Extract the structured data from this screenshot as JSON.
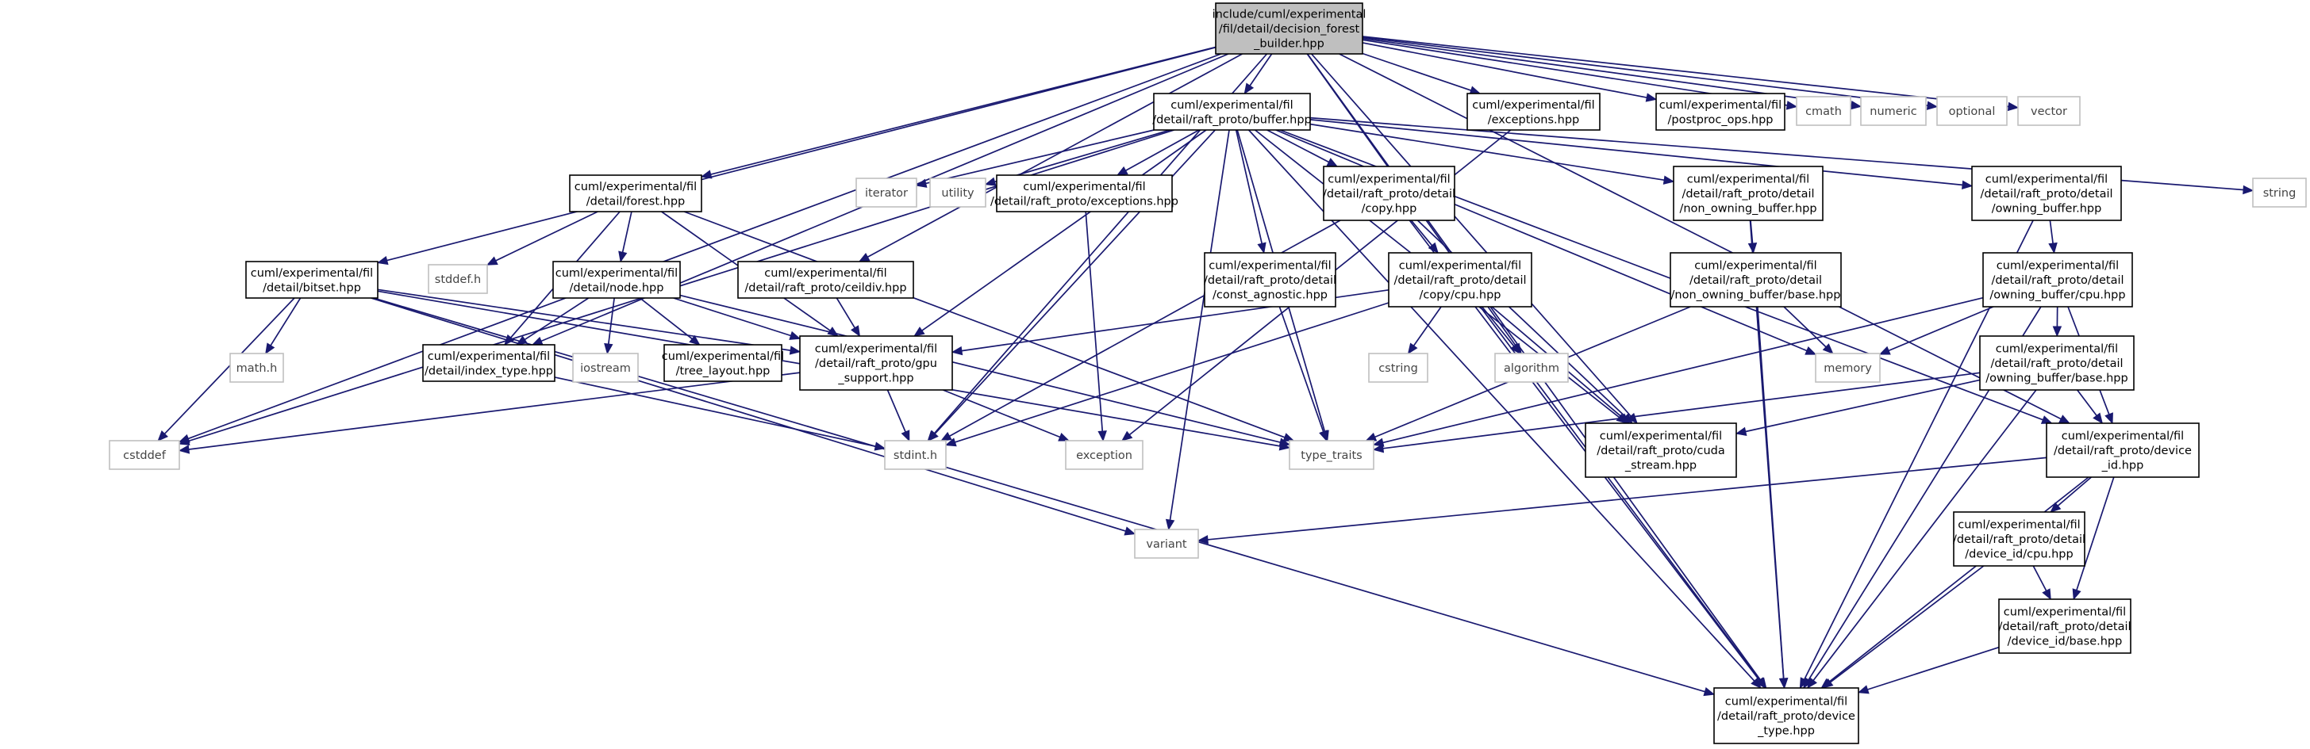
{
  "graph": {
    "nodes": [
      {
        "id": "root",
        "kind": "root",
        "lines": [
          "include/cuml/experimental",
          "/fil/detail/decision_forest",
          "_builder.hpp"
        ]
      },
      {
        "id": "buffer",
        "kind": "file",
        "lines": [
          "cuml/experimental/fil",
          "/detail/raft_proto/buffer.hpp"
        ]
      },
      {
        "id": "exceptions_fil",
        "kind": "file",
        "lines": [
          "cuml/experimental/fil",
          "/exceptions.hpp"
        ]
      },
      {
        "id": "postproc",
        "kind": "file",
        "lines": [
          "cuml/experimental/fil",
          "/postproc_ops.hpp"
        ]
      },
      {
        "id": "cmath",
        "kind": "ext",
        "lines": [
          "cmath"
        ]
      },
      {
        "id": "numeric",
        "kind": "ext",
        "lines": [
          "numeric"
        ]
      },
      {
        "id": "optional",
        "kind": "ext",
        "lines": [
          "optional"
        ]
      },
      {
        "id": "vector",
        "kind": "ext",
        "lines": [
          "vector"
        ]
      },
      {
        "id": "forest",
        "kind": "file",
        "lines": [
          "cuml/experimental/fil",
          "/detail/forest.hpp"
        ]
      },
      {
        "id": "iterator",
        "kind": "ext",
        "lines": [
          "iterator"
        ]
      },
      {
        "id": "utility",
        "kind": "ext",
        "lines": [
          "utility"
        ]
      },
      {
        "id": "rp_exceptions",
        "kind": "file",
        "lines": [
          "cuml/experimental/fil",
          "/detail/raft_proto/exceptions.hpp"
        ]
      },
      {
        "id": "copy",
        "kind": "file",
        "lines": [
          "cuml/experimental/fil",
          "/detail/raft_proto/detail",
          "/copy.hpp"
        ]
      },
      {
        "id": "non_owning",
        "kind": "file",
        "lines": [
          "cuml/experimental/fil",
          "/detail/raft_proto/detail",
          "/non_owning_buffer.hpp"
        ]
      },
      {
        "id": "owning",
        "kind": "file",
        "lines": [
          "cuml/experimental/fil",
          "/detail/raft_proto/detail",
          "/owning_buffer.hpp"
        ]
      },
      {
        "id": "string",
        "kind": "ext",
        "lines": [
          "string"
        ]
      },
      {
        "id": "bitset",
        "kind": "file",
        "lines": [
          "cuml/experimental/fil",
          "/detail/bitset.hpp"
        ]
      },
      {
        "id": "stddef_h",
        "kind": "ext",
        "lines": [
          "stddef.h"
        ]
      },
      {
        "id": "node",
        "kind": "file",
        "lines": [
          "cuml/experimental/fil",
          "/detail/node.hpp"
        ]
      },
      {
        "id": "ceildiv",
        "kind": "file",
        "lines": [
          "cuml/experimental/fil",
          "/detail/raft_proto/ceildiv.hpp"
        ]
      },
      {
        "id": "const_agnostic",
        "kind": "file",
        "lines": [
          "cuml/experimental/fil",
          "/detail/raft_proto/detail",
          "/const_agnostic.hpp"
        ]
      },
      {
        "id": "copy_cpu",
        "kind": "file",
        "lines": [
          "cuml/experimental/fil",
          "/detail/raft_proto/detail",
          "/copy/cpu.hpp"
        ]
      },
      {
        "id": "non_owning_base",
        "kind": "file",
        "lines": [
          "cuml/experimental/fil",
          "/detail/raft_proto/detail",
          "/non_owning_buffer/base.hpp"
        ]
      },
      {
        "id": "owning_cpu",
        "kind": "file",
        "lines": [
          "cuml/experimental/fil",
          "/detail/raft_proto/detail",
          "/owning_buffer/cpu.hpp"
        ]
      },
      {
        "id": "math_h",
        "kind": "ext",
        "lines": [
          "math.h"
        ]
      },
      {
        "id": "index_type",
        "kind": "file",
        "lines": [
          "cuml/experimental/fil",
          "/detail/index_type.hpp"
        ]
      },
      {
        "id": "iostream",
        "kind": "ext",
        "lines": [
          "iostream"
        ]
      },
      {
        "id": "tree_layout",
        "kind": "file",
        "lines": [
          "cuml/experimental/fil",
          "/tree_layout.hpp"
        ]
      },
      {
        "id": "gpu_support",
        "kind": "file",
        "lines": [
          "cuml/experimental/fil",
          "/detail/raft_proto/gpu",
          "_support.hpp"
        ]
      },
      {
        "id": "cstring",
        "kind": "ext",
        "lines": [
          "cstring"
        ]
      },
      {
        "id": "algorithm",
        "kind": "ext",
        "lines": [
          "algorithm"
        ]
      },
      {
        "id": "memory",
        "kind": "ext",
        "lines": [
          "memory"
        ]
      },
      {
        "id": "owning_base",
        "kind": "file",
        "lines": [
          "cuml/experimental/fil",
          "/detail/raft_proto/detail",
          "/owning_buffer/base.hpp"
        ]
      },
      {
        "id": "cstddef",
        "kind": "ext",
        "lines": [
          "cstddef"
        ]
      },
      {
        "id": "stdint_h",
        "kind": "ext",
        "lines": [
          "stdint.h"
        ]
      },
      {
        "id": "exception",
        "kind": "ext",
        "lines": [
          "exception"
        ]
      },
      {
        "id": "type_traits",
        "kind": "ext",
        "lines": [
          "type_traits"
        ]
      },
      {
        "id": "cuda_stream",
        "kind": "file",
        "lines": [
          "cuml/experimental/fil",
          "/detail/raft_proto/cuda",
          "_stream.hpp"
        ]
      },
      {
        "id": "device_id",
        "kind": "file",
        "lines": [
          "cuml/experimental/fil",
          "/detail/raft_proto/device",
          "_id.hpp"
        ]
      },
      {
        "id": "variant",
        "kind": "ext",
        "lines": [
          "variant"
        ]
      },
      {
        "id": "device_id_cpu",
        "kind": "file",
        "lines": [
          "cuml/experimental/fil",
          "/detail/raft_proto/detail",
          "/device_id/cpu.hpp"
        ]
      },
      {
        "id": "device_id_base",
        "kind": "file",
        "lines": [
          "cuml/experimental/fil",
          "/detail/raft_proto/detail",
          "/device_id/base.hpp"
        ]
      },
      {
        "id": "device_type",
        "kind": "file",
        "lines": [
          "cuml/experimental/fil",
          "/detail/raft_proto/device",
          "_type.hpp"
        ]
      }
    ],
    "edges": [
      [
        "root",
        "buffer"
      ],
      [
        "root",
        "exceptions_fil"
      ],
      [
        "root",
        "postproc"
      ],
      [
        "root",
        "cmath"
      ],
      [
        "root",
        "numeric"
      ],
      [
        "root",
        "optional"
      ],
      [
        "root",
        "vector"
      ],
      [
        "root",
        "forest"
      ],
      [
        "root",
        "bitset"
      ],
      [
        "root",
        "ceildiv"
      ],
      [
        "root",
        "index_type"
      ],
      [
        "root",
        "algorithm"
      ],
      [
        "root",
        "cstddef"
      ],
      [
        "root",
        "stdint_h"
      ],
      [
        "root",
        "cuda_stream"
      ],
      [
        "root",
        "device_id"
      ],
      [
        "root",
        "device_type"
      ],
      [
        "buffer",
        "iterator"
      ],
      [
        "buffer",
        "utility"
      ],
      [
        "buffer",
        "rp_exceptions"
      ],
      [
        "buffer",
        "copy"
      ],
      [
        "buffer",
        "non_owning"
      ],
      [
        "buffer",
        "owning"
      ],
      [
        "buffer",
        "string"
      ],
      [
        "buffer",
        "const_agnostic"
      ],
      [
        "buffer",
        "gpu_support"
      ],
      [
        "buffer",
        "memory"
      ],
      [
        "buffer",
        "cstddef"
      ],
      [
        "buffer",
        "stdint_h"
      ],
      [
        "buffer",
        "type_traits"
      ],
      [
        "buffer",
        "cuda_stream"
      ],
      [
        "buffer",
        "device_id"
      ],
      [
        "buffer",
        "variant"
      ],
      [
        "buffer",
        "device_type"
      ],
      [
        "exceptions_fil",
        "exception"
      ],
      [
        "forest",
        "stddef_h"
      ],
      [
        "forest",
        "node"
      ],
      [
        "forest",
        "index_type"
      ],
      [
        "forest",
        "gpu_support"
      ],
      [
        "forest",
        "type_traits"
      ],
      [
        "rp_exceptions",
        "exception"
      ],
      [
        "copy",
        "copy_cpu"
      ],
      [
        "copy",
        "stdint_h"
      ],
      [
        "copy",
        "cuda_stream"
      ],
      [
        "copy",
        "device_type"
      ],
      [
        "non_owning",
        "non_owning_base"
      ],
      [
        "non_owning",
        "device_type"
      ],
      [
        "owning",
        "owning_cpu"
      ],
      [
        "owning",
        "device_type"
      ],
      [
        "bitset",
        "math_h"
      ],
      [
        "bitset",
        "gpu_support"
      ],
      [
        "bitset",
        "cstddef"
      ],
      [
        "bitset",
        "type_traits"
      ],
      [
        "bitset",
        "variant"
      ],
      [
        "bitset",
        "device_type"
      ],
      [
        "node",
        "index_type"
      ],
      [
        "node",
        "iostream"
      ],
      [
        "node",
        "tree_layout"
      ],
      [
        "node",
        "gpu_support"
      ],
      [
        "node",
        "type_traits"
      ],
      [
        "ceildiv",
        "gpu_support"
      ],
      [
        "const_agnostic",
        "type_traits"
      ],
      [
        "copy_cpu",
        "cstring"
      ],
      [
        "copy_cpu",
        "algorithm"
      ],
      [
        "copy_cpu",
        "gpu_support"
      ],
      [
        "copy_cpu",
        "stdint_h"
      ],
      [
        "copy_cpu",
        "cuda_stream"
      ],
      [
        "copy_cpu",
        "device_type"
      ],
      [
        "non_owning_base",
        "memory"
      ],
      [
        "non_owning_base",
        "type_traits"
      ],
      [
        "non_owning_base",
        "device_type"
      ],
      [
        "owning_cpu",
        "memory"
      ],
      [
        "owning_cpu",
        "owning_base"
      ],
      [
        "owning_cpu",
        "type_traits"
      ],
      [
        "owning_cpu",
        "device_id"
      ],
      [
        "owning_cpu",
        "device_type"
      ],
      [
        "index_type",
        "stdint_h"
      ],
      [
        "gpu_support",
        "cstddef"
      ],
      [
        "gpu_support",
        "stdint_h"
      ],
      [
        "gpu_support",
        "exception"
      ],
      [
        "owning_base",
        "type_traits"
      ],
      [
        "owning_base",
        "cuda_stream"
      ],
      [
        "owning_base",
        "device_id"
      ],
      [
        "owning_base",
        "device_type"
      ],
      [
        "device_id",
        "variant"
      ],
      [
        "device_id",
        "device_id_cpu"
      ],
      [
        "device_id",
        "device_id_base"
      ],
      [
        "device_id",
        "device_type"
      ],
      [
        "device_id_cpu",
        "device_id_base"
      ],
      [
        "device_id_cpu",
        "device_type"
      ],
      [
        "device_id_base",
        "device_type"
      ]
    ]
  }
}
